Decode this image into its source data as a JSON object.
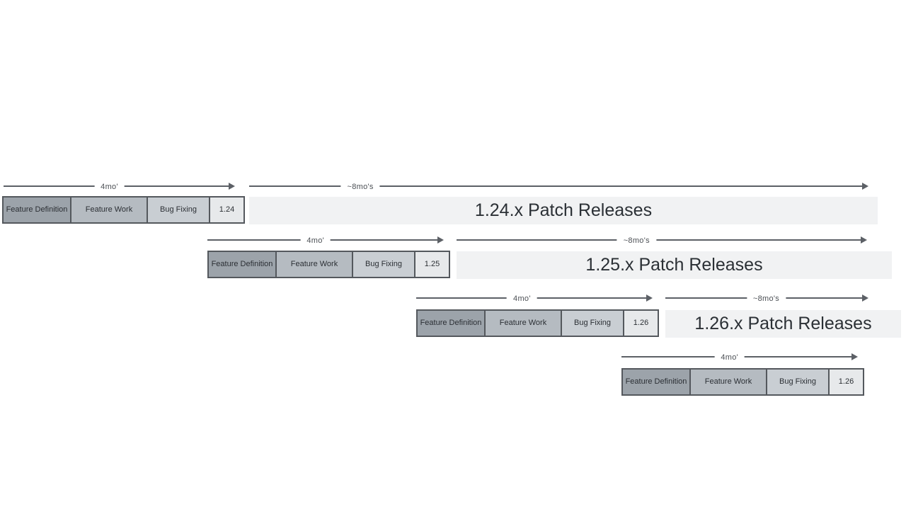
{
  "diagram": {
    "description_colors": {
      "feature_definition_fill": "#9ca3aa",
      "feature_work_fill": "#b5bbc1",
      "bug_fixing_fill": "#c9ced3",
      "version_box_fill": "#e7e9eb",
      "patch_bar_fill": "#f1f2f3",
      "box_border": "#54585d",
      "arrow": "#5c6066",
      "background": "#ffffff"
    },
    "rows": [
      {
        "version": "1.24",
        "feature_arrow_label": "4mo'",
        "patch_arrow_label": "~8mo's",
        "phases": [
          "Feature Definition",
          "Feature Work",
          "Bug Fixing"
        ],
        "patch_bar_label": "1.24.x Patch Releases"
      },
      {
        "version": "1.25",
        "feature_arrow_label": "4mo'",
        "patch_arrow_label": "~8mo's",
        "phases": [
          "Feature Definition",
          "Feature Work",
          "Bug Fixing"
        ],
        "patch_bar_label": "1.25.x Patch Releases"
      },
      {
        "version": "1.26",
        "feature_arrow_label": "4mo'",
        "patch_arrow_label": "~8mo's",
        "phases": [
          "Feature Definition",
          "Feature Work",
          "Bug Fixing"
        ],
        "patch_bar_label": "1.26.x Patch Releases"
      },
      {
        "version": "1.26",
        "feature_arrow_label": "4mo'",
        "phases": [
          "Feature Definition",
          "Feature Work",
          "Bug Fixing"
        ]
      }
    ]
  }
}
